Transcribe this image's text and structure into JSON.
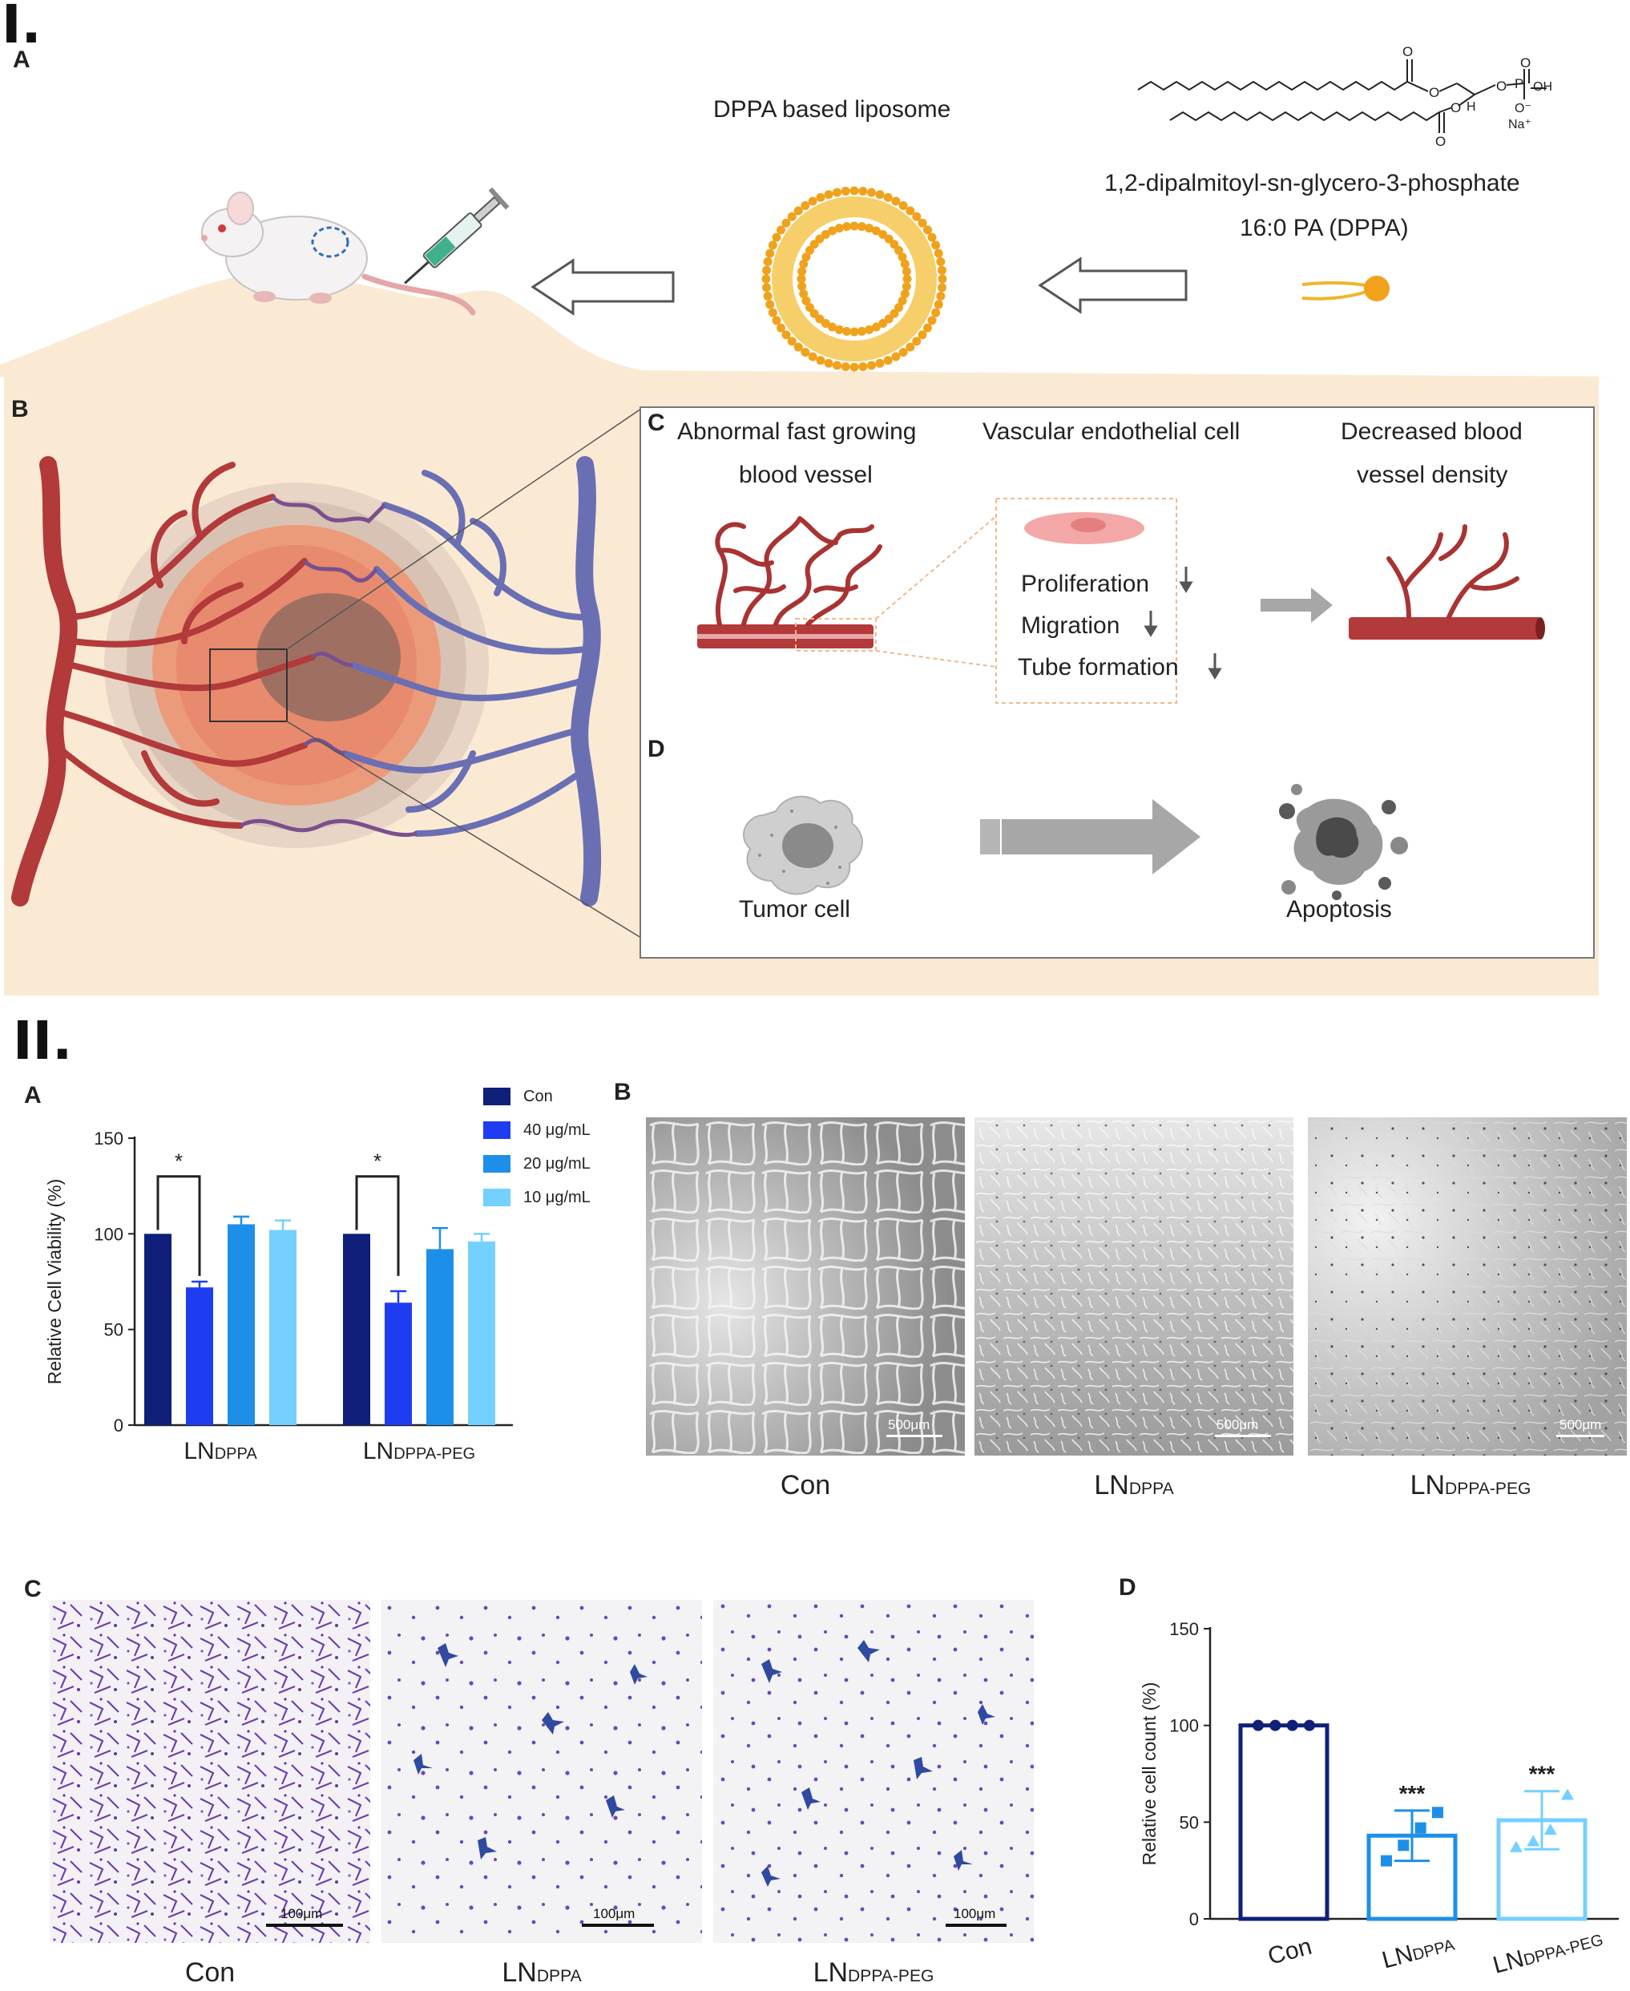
{
  "section_i": {
    "label": "I.",
    "panel_a": {
      "letter": "A",
      "liposome_title": "DPPA based liposome",
      "chem_name": "1,2-dipalmitoyl-sn-glycero-3-phosphate",
      "chem_short": "16:0 PA (DPPA)",
      "chem_oh": "OH",
      "chem_o": "O⁻",
      "chem_na": "Na⁺",
      "chem_h": "H"
    },
    "panel_b": {
      "letter": "B"
    },
    "panel_c": {
      "letter": "C",
      "left_title_1": "Abnormal fast growing",
      "left_title_2": "blood vessel",
      "mid_title": "Vascular endothelial cell",
      "right_title_1": "Decreased blood",
      "right_title_2": "vessel density",
      "effects": [
        "Proliferation",
        "Migration",
        "Tube formation"
      ]
    },
    "panel_d": {
      "letter": "D",
      "left_label": "Tumor cell",
      "right_label": "Apoptosis"
    }
  },
  "section_ii": {
    "label": "II.",
    "panel_a": {
      "letter": "A",
      "significance": "*",
      "legend": [
        "Con",
        "40 μg/mL",
        "20 μg/mL",
        "10 μg/mL"
      ]
    },
    "panel_b": {
      "letter": "B",
      "scale": "500μm",
      "caps": [
        {
          "main": "Con",
          "sub": ""
        },
        {
          "main": "LN",
          "sub": "DPPA"
        },
        {
          "main": "LN",
          "sub": "DPPA-PEG"
        }
      ]
    },
    "panel_c": {
      "letter": "C",
      "scales": [
        "100μm",
        "100μm",
        "100μm"
      ],
      "caps": [
        {
          "main": "Con",
          "sub": ""
        },
        {
          "main": "LN",
          "sub": "DPPA"
        },
        {
          "main": "LN",
          "sub": "DPPA-PEG"
        }
      ]
    },
    "panel_d": {
      "letter": "D",
      "significance": "***"
    }
  },
  "colors": {
    "con": "#0f1f7a",
    "c40": "#1f3df0",
    "c20": "#1e8fe8",
    "c10": "#74d0ff",
    "vessel_red": "#b23a3a",
    "vessel_blue": "#6a6fb4",
    "lipid": "#f0a21c",
    "peach_bg": "#fbead3"
  },
  "chart_data": [
    {
      "id": "IIA",
      "type": "bar",
      "ylabel": "Relative Cell Viability (%)",
      "ylim": [
        0,
        150
      ],
      "yticks": [
        0,
        50,
        100,
        150
      ],
      "categories": [
        {
          "main": "LN",
          "sub": "DPPA"
        },
        {
          "main": "LN",
          "sub": "DPPA-PEG"
        }
      ],
      "series": [
        {
          "name": "Con",
          "color": "#0f1f7a",
          "values": [
            100,
            100
          ],
          "errors": [
            0,
            0
          ]
        },
        {
          "name": "40 μg/mL",
          "color": "#1f3df0",
          "values": [
            72,
            64
          ],
          "errors": [
            3,
            6
          ]
        },
        {
          "name": "20 μg/mL",
          "color": "#1e8fe8",
          "values": [
            105,
            92
          ],
          "errors": [
            4,
            11
          ]
        },
        {
          "name": "10 μg/mL",
          "color": "#74d0ff",
          "values": [
            102,
            96
          ],
          "errors": [
            5,
            4
          ]
        }
      ],
      "significance": [
        {
          "category": 0,
          "from": 0,
          "to": 1,
          "label": "*"
        },
        {
          "category": 1,
          "from": 0,
          "to": 1,
          "label": "*"
        }
      ],
      "legend_position": "top-right"
    },
    {
      "id": "IID",
      "type": "bar",
      "ylabel": "Relative cell count (%)",
      "ylim": [
        0,
        150
      ],
      "yticks": [
        0,
        50,
        100,
        150
      ],
      "categories": [
        {
          "main": "Con",
          "sub": ""
        },
        {
          "main": "LN",
          "sub": "DPPA"
        },
        {
          "main": "LN",
          "sub": "DPPA-PEG"
        }
      ],
      "values": [
        100,
        43,
        51
      ],
      "errors": [
        0,
        13,
        15
      ],
      "colors": [
        "#0f1f7a",
        "#1e8fe8",
        "#74d0ff"
      ],
      "points": [
        [
          100,
          100,
          100,
          100
        ],
        [
          30,
          38,
          47,
          55
        ],
        [
          37,
          40,
          46,
          64
        ]
      ],
      "markers": [
        "circle",
        "square",
        "triangle"
      ],
      "significance": [
        "",
        "***",
        "***"
      ]
    }
  ]
}
